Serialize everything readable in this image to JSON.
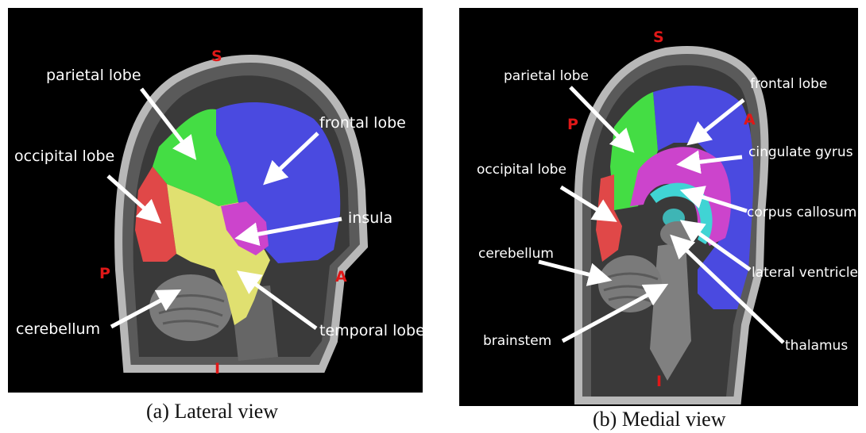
{
  "lateral": {
    "directions": {
      "superior": "S",
      "inferior": "I",
      "posterior": "P",
      "anterior": "A"
    },
    "labels": {
      "parietal": "parietal lobe",
      "frontal": "frontal lobe",
      "occipital": "occipital lobe",
      "insula": "insula",
      "cerebellum": "cerebellum",
      "temporal": "temporal lobe"
    },
    "caption": "(a) Lateral view"
  },
  "medial": {
    "directions": {
      "superior": "S",
      "inferior": "I",
      "posterior": "P",
      "anterior": "A"
    },
    "labels": {
      "parietal": "parietal lobe",
      "frontal": "frontal lobe",
      "cingulate": "cingulate gyrus",
      "occipital": "occipital lobe",
      "corpus_callosum": "corpus callosum",
      "cerebellum": "cerebellum",
      "lateral_ventricle": "lateral ventricle",
      "brainstem": "brainstem",
      "thalamus": "thalamus"
    },
    "caption": "(b) Medial view"
  },
  "colors": {
    "frontal": "#4a4ae0",
    "parietal": "#44dd44",
    "occipital": "#e04848",
    "temporal": "#e0e070",
    "insula": "#cc44cc",
    "cingulate": "#cc44cc",
    "corpus_callosum": "#40d4d4",
    "tissue": "#8a8a8a",
    "direction": "#e01818"
  }
}
